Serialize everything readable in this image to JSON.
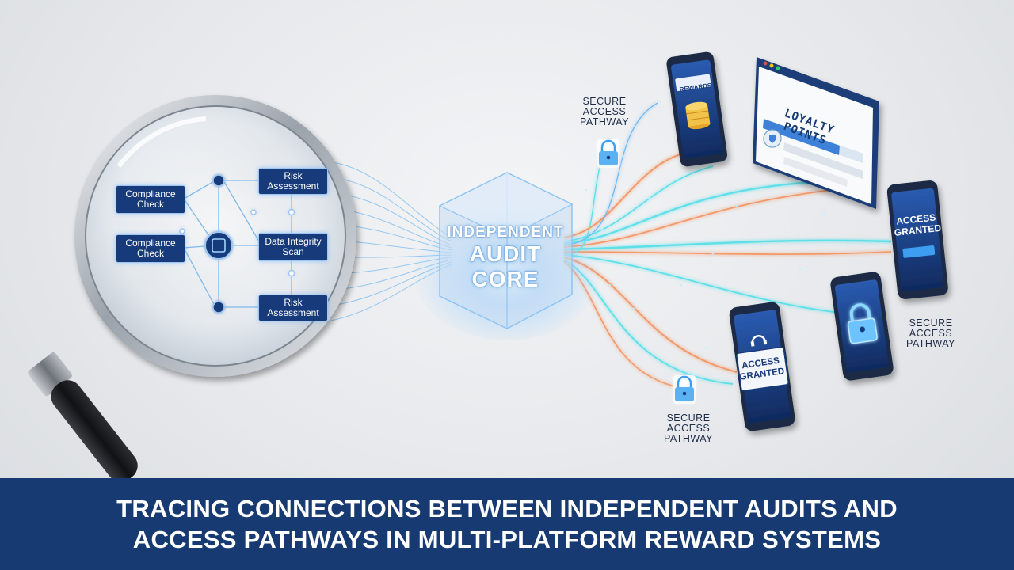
{
  "lens": {
    "compliance_check_1": "Compliance\nCheck",
    "compliance_check_2": "Compliance\nCheck",
    "risk_assessment_top": "Risk\nAssessment",
    "data_integrity_scan": "Data Integrity\nScan",
    "risk_assessment_bottom": "Risk\nAssessment"
  },
  "core": {
    "line1": "INDEPENDENT",
    "line2": "AUDIT",
    "line3": "CORE"
  },
  "pathways": {
    "top_label": "SECURE\nACCESS\nPATHWAY",
    "right_label": "SECURE\nACCESS\nPATHWAY",
    "bottom_label": "SECURE\nACCESS\nPATHWAY"
  },
  "devices": {
    "rewards_phone_label": "REWARDS",
    "loyalty_window_title": "LOYALTY POINTS",
    "access_phone_right": "ACCESS\nGRANTED",
    "access_phone_bottom": "ACCESS\nGRANTED"
  },
  "banner": {
    "title": "TRACING CONNECTIONS BETWEEN INDEPENDENT AUDITS AND\nACCESS PATHWAYS IN MULTI-PLATFORM REWARD SYSTEMS"
  },
  "colors": {
    "navy": "#183a72",
    "cyan_stream": "#5fe0e8",
    "orange_stream": "#f39a6b",
    "glow_blue": "#7fc4ff"
  }
}
